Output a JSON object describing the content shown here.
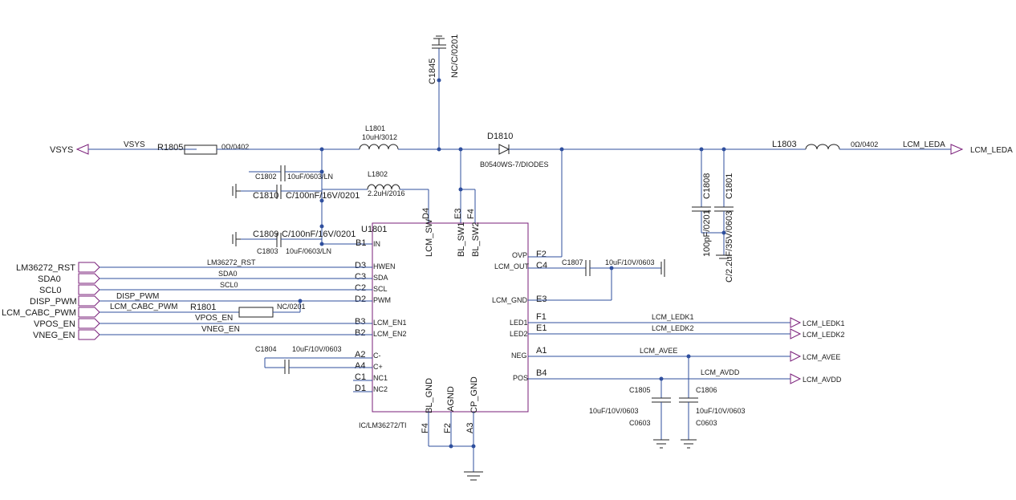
{
  "colors": {
    "wire": "#2f4f9e",
    "part": "#7a1f7a",
    "junction": "#2f4f9e",
    "component": "#222222"
  },
  "power": {
    "vsys": "VSYS",
    "vsys_net": "VSYS",
    "leda": "LCM_LEDA",
    "leda_net": "LCM_LEDA"
  },
  "components": {
    "r1805": {
      "ref": "R1805",
      "value": "0Ω/0402"
    },
    "l1801": {
      "ref": "L1801",
      "value": "10uH/3012"
    },
    "l1802": {
      "ref": "L1802",
      "value": "2.2uH/2016"
    },
    "l1803": {
      "ref": "L1803",
      "value": "0Ω/0402"
    },
    "d1810": {
      "ref": "D1810",
      "value": "B0540WS-7/DIODES"
    },
    "c1845": {
      "ref": "C1845",
      "value": "NC/C/0201"
    },
    "c1802": {
      "ref": "C1802",
      "value": "10uF/0603/LN"
    },
    "c1810": {
      "ref": "C1810",
      "value": "C/100nF/16V/0201"
    },
    "c1809": {
      "ref": "C1809",
      "value": "C/100nF/16V/0201"
    },
    "c1803": {
      "ref": "C1803",
      "value": "10uF/0603/LN"
    },
    "c1808": {
      "ref": "C1808",
      "value": "100pF/0201"
    },
    "c1801": {
      "ref": "C1801",
      "value": "C/2.2uF/35V/0603"
    },
    "c1807": {
      "ref": "C1807",
      "value": "10uF/10V/0603"
    },
    "r1801": {
      "ref": "R1801",
      "value": "NC/0201"
    },
    "c1804": {
      "ref": "C1804",
      "value": "10uF/10V/0603"
    },
    "c1805": {
      "ref": "C1805",
      "value": "10uF/10V/0603",
      "pkg": "C0603"
    },
    "c1806": {
      "ref": "C1806",
      "value": "10uF/10V/0603",
      "pkg": "C0603"
    }
  },
  "ic": {
    "ref": "U1801",
    "part": "IC/LM36272/TI",
    "top_pins": [
      {
        "name": "LCM_SW",
        "num": "D4"
      },
      {
        "name": "BL_SW1",
        "num": "E3"
      },
      {
        "name": "BL_SW2",
        "num": "F4"
      }
    ],
    "left_pins": [
      {
        "name": "IN",
        "num": "B1"
      },
      {
        "name": "HWEN",
        "num": "D3"
      },
      {
        "name": "SDA",
        "num": "C3"
      },
      {
        "name": "SCL",
        "num": "C2"
      },
      {
        "name": "PWM",
        "num": "D2"
      },
      {
        "name": "LCM_EN1",
        "num": "B3"
      },
      {
        "name": "LCM_EN2",
        "num": "B2"
      },
      {
        "name": "C-",
        "num": "A2"
      },
      {
        "name": "C+",
        "num": "A4"
      },
      {
        "name": "NC1",
        "num": "C1"
      },
      {
        "name": "NC2",
        "num": "D1"
      }
    ],
    "right_pins": [
      {
        "name": "OVP",
        "num": "F2"
      },
      {
        "name": "LCM_OUT",
        "num": "C4"
      },
      {
        "name": "LCM_GND",
        "num": "E3"
      },
      {
        "name": "LED1",
        "num": "F1"
      },
      {
        "name": "LED2",
        "num": "E1"
      },
      {
        "name": "NEG",
        "num": "A1"
      },
      {
        "name": "POS",
        "num": "B4"
      }
    ],
    "bottom_pins": [
      {
        "name": "BL_GND",
        "num": "F4"
      },
      {
        "name": "AGND",
        "num": "F2"
      },
      {
        "name": "CP_GND",
        "num": "A3"
      }
    ]
  },
  "ports_left": [
    "LM36272_RST",
    "SDA0",
    "SCL0",
    "DISP_PWM",
    "LCM_CABC_PWM",
    "VPOS_EN",
    "VNEG_EN"
  ],
  "nets_left": [
    "LM36272_RST",
    "SDA0",
    "SCL0",
    "DISP_PWM",
    "LCM_CABC_PWM",
    "VPOS_EN",
    "VNEG_EN"
  ],
  "ports_right": [
    "LCM_LEDK1",
    "LCM_LEDK2",
    "LCM_AVEE",
    "LCM_AVDD"
  ],
  "nets_right": [
    "LCM_LEDK1",
    "LCM_LEDK2",
    "LCM_AVEE",
    "LCM_AVDD"
  ]
}
